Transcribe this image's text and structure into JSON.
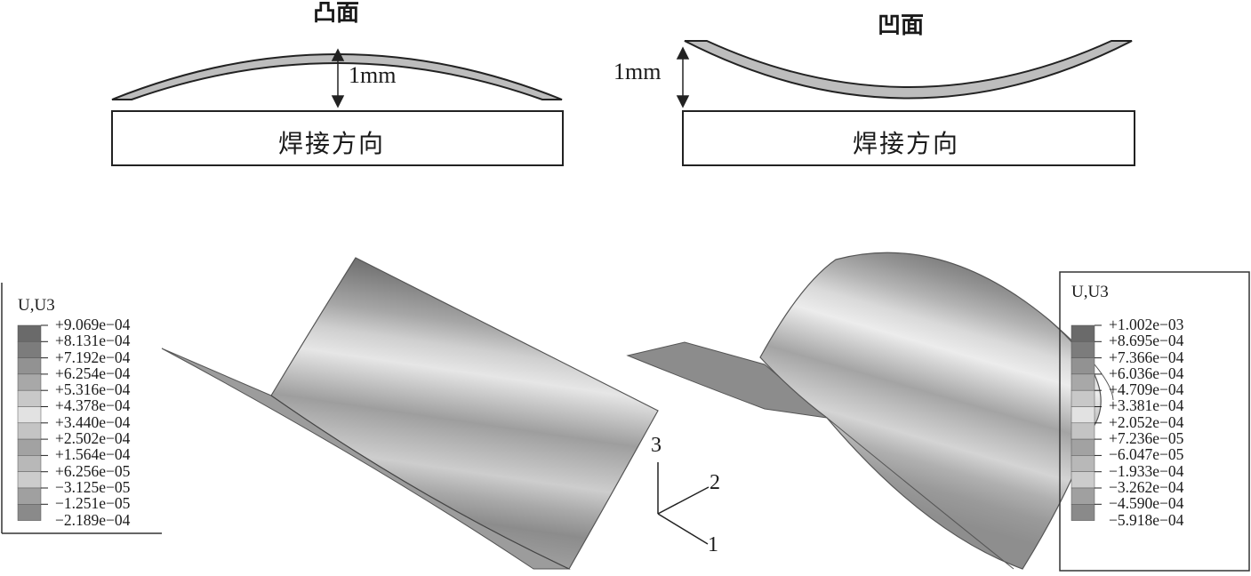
{
  "top": {
    "convex": {
      "title": "凸面",
      "dimension": "1mm",
      "box_label": "焊接方向"
    },
    "concave": {
      "title": "凹面",
      "dimension": "1mm",
      "box_label": "焊接方向"
    }
  },
  "legend_left": {
    "title": "U,U3",
    "values": [
      "+9.069e−04",
      "+8.131e−04",
      "+7.192e−04",
      "+6.254e−04",
      "+5.316e−04",
      "+4.378e−04",
      "+3.440e−04",
      "+2.502e−04",
      "+1.564e−04",
      "+6.256e−05",
      "−3.125e−05",
      "−1.251e−05",
      "−2.189e−04"
    ]
  },
  "legend_right": {
    "title": "U,U3",
    "values": [
      "+1.002e−03",
      "+8.695e−04",
      "+7.366e−04",
      "+6.036e−04",
      "+4.709e−04",
      "+3.381e−04",
      "+2.052e−04",
      "+7.236e−05",
      "−6.047e−05",
      "−1.933e−04",
      "−3.262e−04",
      "−4.590e−04",
      "−5.918e−04"
    ]
  },
  "axes": {
    "z": "3",
    "y": "2",
    "x": "1"
  },
  "colors": {
    "line": "#222222",
    "shell_fill": "#bdbdbd"
  }
}
